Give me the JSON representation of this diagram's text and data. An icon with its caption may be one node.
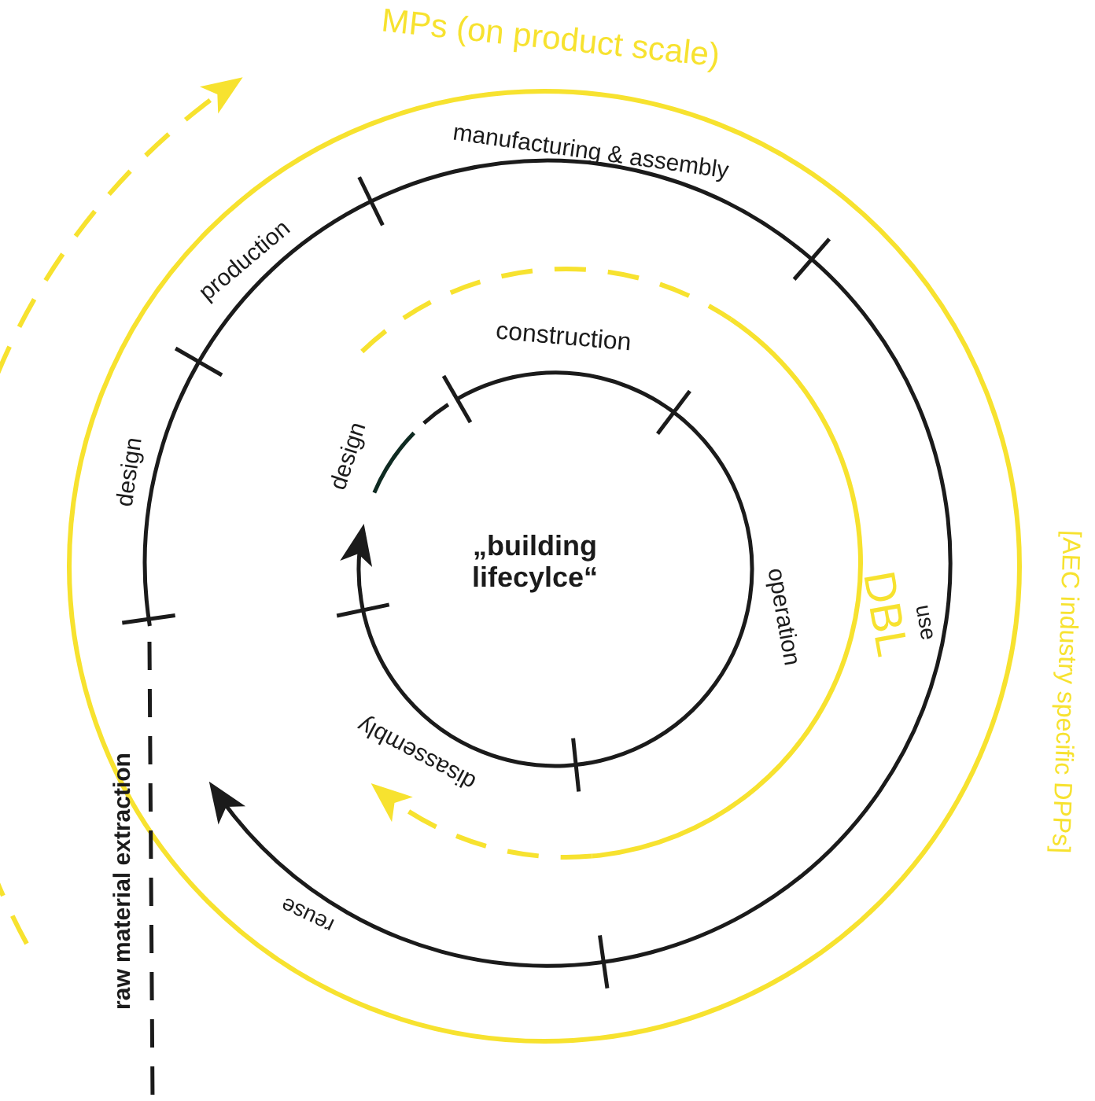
{
  "diagram": {
    "labels": [
      "MPs (on product scale)",
      "manufacturing & assembly",
      "production",
      "construction",
      "design",
      "design",
      "„building lifecylce“",
      "operation",
      "DBL",
      "use",
      "[AEC industry specific DPPs]",
      "disassembly",
      "reuse",
      "raw material extraction"
    ]
  }
}
